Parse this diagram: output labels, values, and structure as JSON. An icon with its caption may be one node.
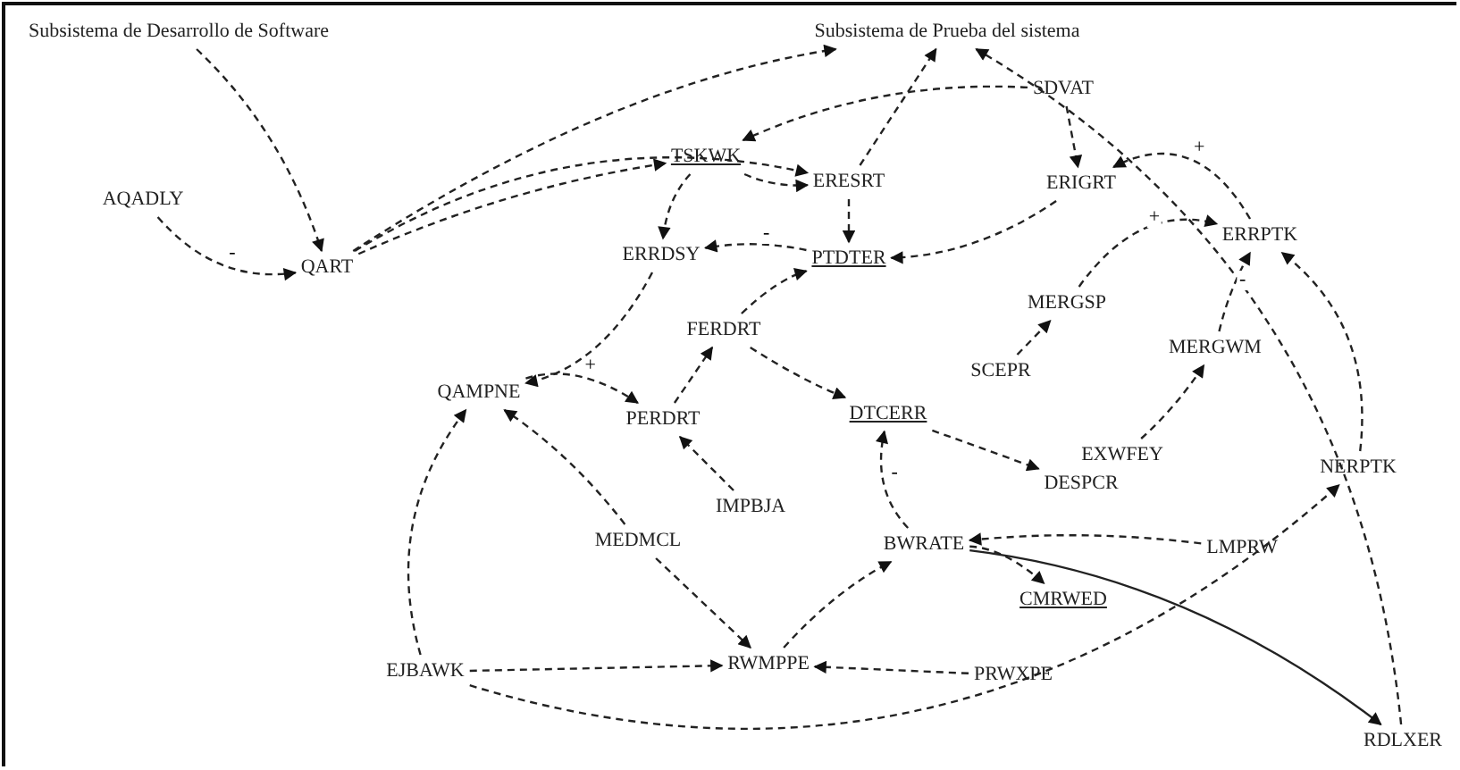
{
  "diagram": {
    "nodes": [
      {
        "text": [
          "Subsistema de Desarrollo de Software"
        ]
      },
      {
        "text": [
          "Subsistema de Prueba del sistema"
        ]
      },
      {
        "text": [
          "AQADLY"
        ]
      },
      {
        "text": [
          "QART"
        ]
      },
      {
        "text": [
          "TSKWK"
        ]
      },
      {
        "text": [
          "ERESRT"
        ]
      },
      {
        "text": [
          "SDVAT"
        ]
      },
      {
        "text": [
          "ERIGRT"
        ]
      },
      {
        "text": [
          "ERRDSY"
        ]
      },
      {
        "text": [
          "PTDTER"
        ]
      },
      {
        "text": [
          "ERRPTK"
        ]
      },
      {
        "text": [
          "MERGSP"
        ]
      },
      {
        "text": [
          "MERGWM"
        ]
      },
      {
        "text": [
          "FERDRT"
        ]
      },
      {
        "text": [
          "QAMPNE"
        ]
      },
      {
        "text": [
          "PERDRT"
        ]
      },
      {
        "text": [
          "DTCERR"
        ]
      },
      {
        "text": [
          "SCEPR"
        ]
      },
      {
        "text": [
          "EXWFEY"
        ]
      },
      {
        "text": [
          "DESPCR"
        ]
      },
      {
        "text": [
          "NERPTK"
        ]
      },
      {
        "text": [
          "IMPBJA"
        ]
      },
      {
        "text": [
          "MEDMCL"
        ]
      },
      {
        "text": [
          "BWRATE"
        ]
      },
      {
        "text": [
          "LMPRW"
        ]
      },
      {
        "text": [
          "CMRWED"
        ]
      },
      {
        "text": [
          "EJBAWK"
        ]
      },
      {
        "text": [
          "RWMPPE"
        ]
      },
      {
        "text": [
          "PRWXPE"
        ]
      },
      {
        "text": [
          "RDLXER"
        ]
      }
    ],
    "edges": [
      {
        "from": 0,
        "to": 3,
        "arrow": "to",
        "style": "dashed"
      },
      {
        "from": 2,
        "to": 3,
        "arrow": "to",
        "style": "dashed",
        "label": "-"
      },
      {
        "from": 3,
        "to": 1,
        "arrow": "to",
        "style": "dashed"
      },
      {
        "from": 3,
        "to": 4,
        "arrow": "to",
        "style": "dashed"
      },
      {
        "from": 3,
        "to": 5,
        "arrow": "to",
        "style": "dashed"
      },
      {
        "from": 6,
        "to": 4,
        "arrow": "to",
        "style": "dashed"
      },
      {
        "from": 5,
        "to": 1,
        "arrow": "to",
        "style": "dashed"
      },
      {
        "from": 6,
        "to": 7,
        "arrow": "to",
        "style": "dashed"
      },
      {
        "from": 4,
        "to": 5,
        "arrow": "to",
        "style": "dashed"
      },
      {
        "from": 4,
        "to": 8,
        "arrow": "to",
        "style": "dashed"
      },
      {
        "from": 5,
        "to": 9,
        "arrow": "to",
        "style": "dashed"
      },
      {
        "from": 7,
        "to": 9,
        "arrow": "to",
        "style": "dashed"
      },
      {
        "from": 9,
        "to": 8,
        "arrow": "to",
        "style": "dashed",
        "label": "-"
      },
      {
        "from": 10,
        "to": 7,
        "arrow": "to",
        "style": "dashed",
        "label": "+"
      },
      {
        "from": 29,
        "to": 1,
        "arrow": "to",
        "style": "dashed"
      },
      {
        "from": 8,
        "to": 14,
        "arrow": "to",
        "style": "dashed"
      },
      {
        "from": 13,
        "to": 9,
        "arrow": "to",
        "style": "dashed"
      },
      {
        "from": 13,
        "to": 16,
        "arrow": "to",
        "style": "dashed"
      },
      {
        "from": 14,
        "to": 15,
        "arrow": "to",
        "style": "dashed",
        "label": "+"
      },
      {
        "from": 15,
        "to": 13,
        "arrow": "to",
        "style": "dashed"
      },
      {
        "from": 21,
        "to": 15,
        "arrow": "to",
        "style": "dashed"
      },
      {
        "from": 22,
        "to": 14,
        "arrow": "to",
        "style": "dashed"
      },
      {
        "from": 22,
        "to": 27,
        "arrow": "to",
        "style": "dashed"
      },
      {
        "from": 26,
        "to": 14,
        "arrow": "to",
        "style": "dashed"
      },
      {
        "from": 26,
        "to": 27,
        "arrow": "to",
        "style": "dashed"
      },
      {
        "from": 26,
        "to": 20,
        "arrow": "to",
        "style": "dashed"
      },
      {
        "from": 27,
        "to": 23,
        "arrow": "to",
        "style": "dashed"
      },
      {
        "from": 28,
        "to": 27,
        "arrow": "to",
        "style": "dashed"
      },
      {
        "from": 23,
        "to": 16,
        "arrow": "to",
        "style": "dashed",
        "label": "-"
      },
      {
        "from": 23,
        "to": 25,
        "arrow": "to",
        "style": "dashed"
      },
      {
        "from": 23,
        "to": 29,
        "arrow": "to"
      },
      {
        "from": 24,
        "to": 23,
        "arrow": "to",
        "style": "dashed"
      },
      {
        "from": 20,
        "to": 10,
        "arrow": "to",
        "style": "dashed"
      },
      {
        "from": 12,
        "to": 10,
        "arrow": "to",
        "style": "dashed",
        "label": "-"
      },
      {
        "from": 11,
        "to": 10,
        "arrow": "to",
        "style": "dashed",
        "label": "+"
      },
      {
        "from": 17,
        "to": 11,
        "arrow": "to",
        "style": "dashed"
      },
      {
        "from": 18,
        "to": 12,
        "arrow": "to",
        "style": "dashed"
      },
      {
        "from": 16,
        "to": 19,
        "arrow": "to",
        "style": "dashed"
      }
    ]
  }
}
